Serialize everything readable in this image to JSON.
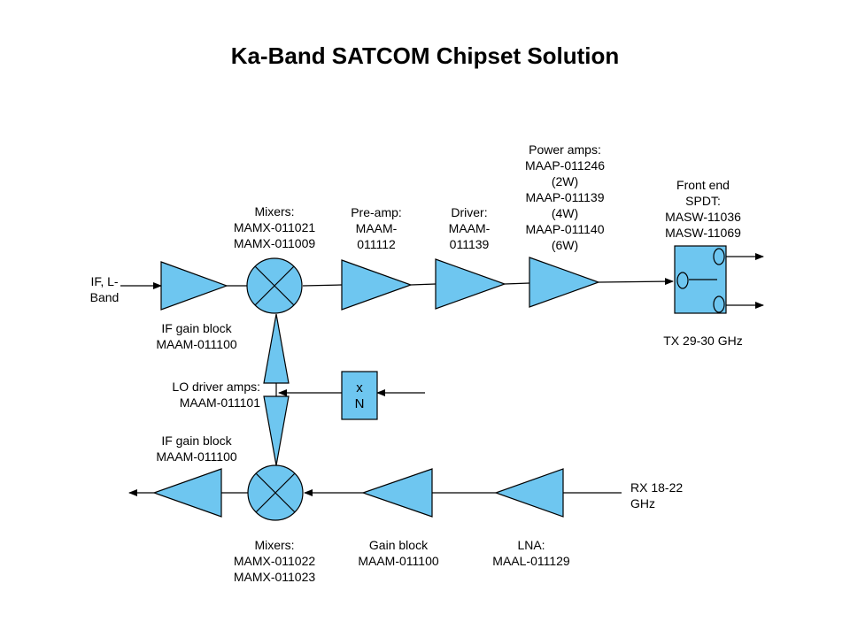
{
  "title": "Ka-Band SATCOM Chipset Solution",
  "colors": {
    "block_fill": "#6EC6F0",
    "stroke": "#000000"
  },
  "blocks": {
    "if_input": {
      "label": [
        "IF, L-",
        "Band"
      ]
    },
    "if_gain_tx": {
      "label": [
        "IF gain block",
        "MAAM-011100"
      ]
    },
    "mixers_tx": {
      "label": [
        "Mixers:",
        "MAMX-011021",
        "MAMX-011009"
      ]
    },
    "preamp": {
      "label": [
        "Pre-amp:",
        "MAAM-",
        "011112"
      ]
    },
    "driver": {
      "label": [
        "Driver:",
        "MAAM-",
        "011139"
      ]
    },
    "power_amps": {
      "label": [
        "Power amps:",
        "MAAP-011246",
        "(2W)",
        "MAAP-011139",
        "(4W)",
        "MAAP-011140",
        "(6W)"
      ]
    },
    "front_end": {
      "label": [
        "Front end",
        "SPDT:",
        "MASW-11036",
        "MASW-11069"
      ]
    },
    "tx_band": {
      "label": [
        "TX 29-30 GHz"
      ]
    },
    "lo_driver": {
      "label": [
        "LO driver amps:",
        "MAAM-011101"
      ]
    },
    "multiplier": {
      "label": [
        "x",
        "N"
      ]
    },
    "if_gain_rx": {
      "label": [
        "IF gain block",
        "MAAM-011100"
      ]
    },
    "rx_band": {
      "label": [
        "RX 18-22",
        "GHz"
      ]
    },
    "mixers_rx": {
      "label": [
        "Mixers:",
        "MAMX-011022",
        "MAMX-011023"
      ]
    },
    "gain_block_rx": {
      "label": [
        "Gain block",
        "MAAM-011100"
      ]
    },
    "lna": {
      "label": [
        "LNA:",
        "MAAL-011129"
      ]
    }
  }
}
